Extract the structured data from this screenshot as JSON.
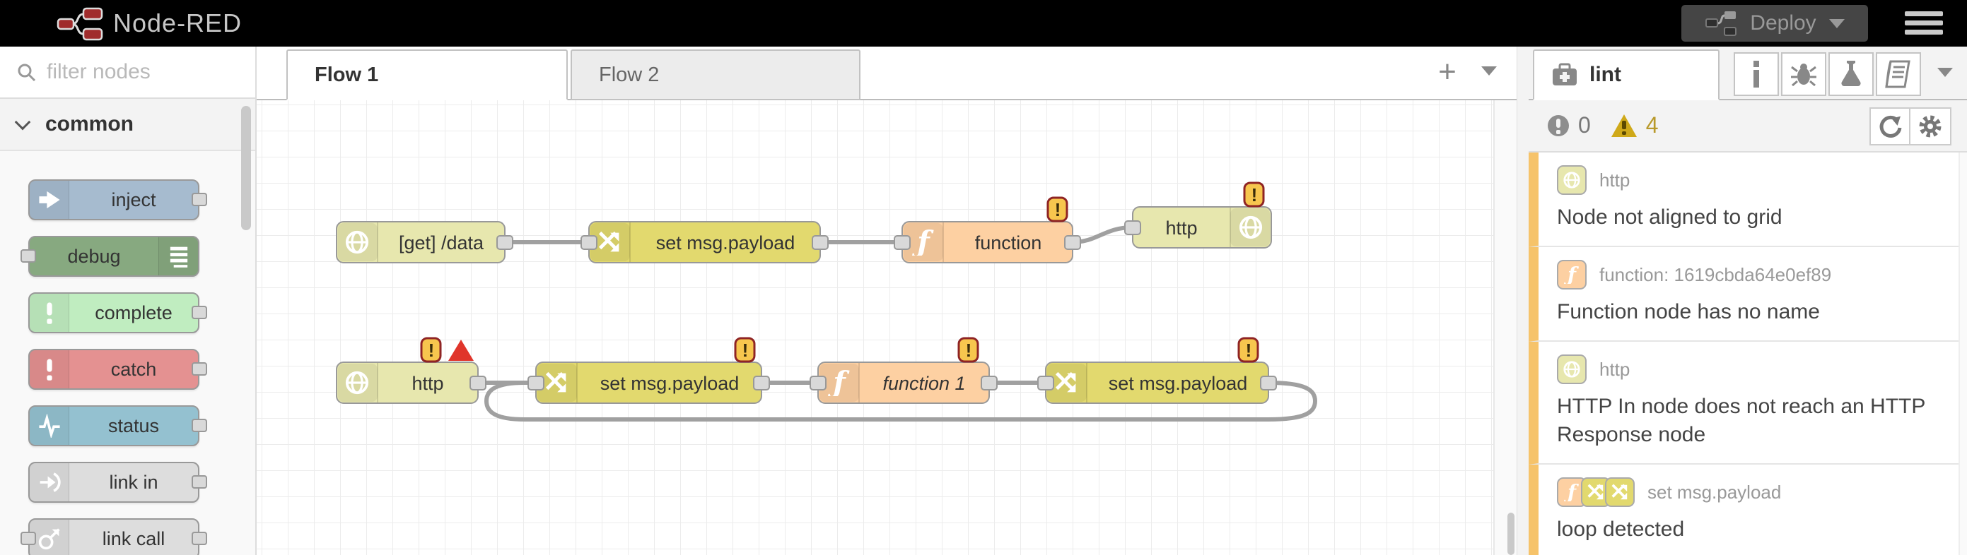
{
  "header": {
    "title": "Node-RED",
    "deploy": {
      "label": "Deploy"
    }
  },
  "palette": {
    "filter_placeholder": "filter nodes",
    "category_label": "common",
    "nodes": [
      {
        "label": "inject"
      },
      {
        "label": "debug"
      },
      {
        "label": "complete"
      },
      {
        "label": "catch"
      },
      {
        "label": "status"
      },
      {
        "label": "link in"
      },
      {
        "label": "link call"
      }
    ]
  },
  "workspace": {
    "tabs": [
      {
        "label": "Flow 1"
      },
      {
        "label": "Flow 2"
      }
    ],
    "add_label": "+"
  },
  "canvas": {
    "nodes": [
      {
        "label": "[get] /data",
        "type": "http in"
      },
      {
        "label": "set msg.payload",
        "type": "change"
      },
      {
        "label": "function",
        "type": "function"
      },
      {
        "label": "http",
        "type": "http response"
      },
      {
        "label": "http",
        "type": "http in"
      },
      {
        "label": "set msg.payload",
        "type": "change"
      },
      {
        "label": "function 1",
        "type": "function"
      },
      {
        "label": "set msg.payload",
        "type": "change"
      }
    ],
    "badge_glyph": "!"
  },
  "colors": {
    "http_in": "#e7e7ae",
    "change": "#e2d96e",
    "function": "#fdd0a2",
    "inject": "#a6bbcf",
    "debug": "#87a980",
    "complete": "#c0edc0",
    "catch": "#e49191",
    "status": "#94c1d0",
    "link": "#dddddd",
    "warning_badge": "#f7c64e",
    "warning_badge_border": "#8f2424",
    "error_triangle": "#e0352b",
    "lint_warning_bar": "#f6c36a",
    "warning_count_text": "#b8992a"
  },
  "sidebar": {
    "tab_label": "lint",
    "error_count": "0",
    "warning_count": "4",
    "items": [
      {
        "node_label": "http",
        "message": "Node not aligned to grid"
      },
      {
        "node_label": "function: 1619cbda64e0ef89",
        "message": "Function node has no name"
      },
      {
        "node_label": "http",
        "message": "HTTP In node does not reach an HTTP Response node"
      },
      {
        "node_label": "set msg.payload",
        "message": "loop detected"
      }
    ]
  }
}
